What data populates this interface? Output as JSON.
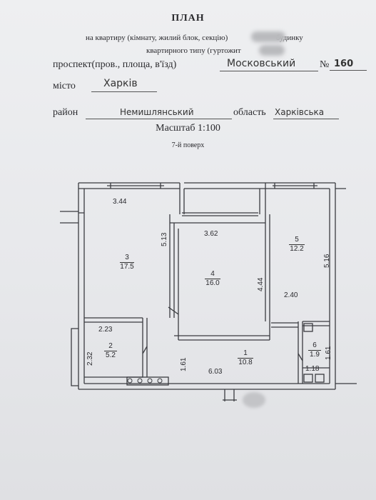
{
  "header": {
    "title": "ПЛАН",
    "subtitle_prefix": "на квартиру (кімнату, жилий блок, секцію)",
    "subtitle_suffix": "будинку",
    "subtitle_line2": "квартирного типу (гуртожит"
  },
  "address": {
    "street_label": "проспект(пров., площа, в'їзд)",
    "street_value": "Московський",
    "number_label": "№",
    "number_value": "160",
    "city_label": "місто",
    "city_value": "Харків",
    "district_label": "район",
    "district_value": "Немишлянський",
    "region_label": "область",
    "region_value": "Харківська"
  },
  "scale": "Масштаб 1:100",
  "floor": "7-й поверх",
  "rooms": [
    {
      "id": "3",
      "area": "17.5"
    },
    {
      "id": "4",
      "area": "16.0"
    },
    {
      "id": "5",
      "area": "12.2"
    },
    {
      "id": "2",
      "area": "5.2"
    },
    {
      "id": "1",
      "area": "10.8"
    },
    {
      "id": "6",
      "area": "1.9"
    }
  ],
  "dimensions": {
    "room3_width": "3.44",
    "room3_length": "5.13",
    "room4_width": "3.62",
    "room4_length": "4.44",
    "room5_length": "5.16",
    "room5_width": "2.40",
    "room2_width": "2.23",
    "room2_length": "2.32",
    "room1_depth": "1.61",
    "room1_length": "6.03",
    "room6_length": "1.61",
    "room6_width": "1.18"
  }
}
